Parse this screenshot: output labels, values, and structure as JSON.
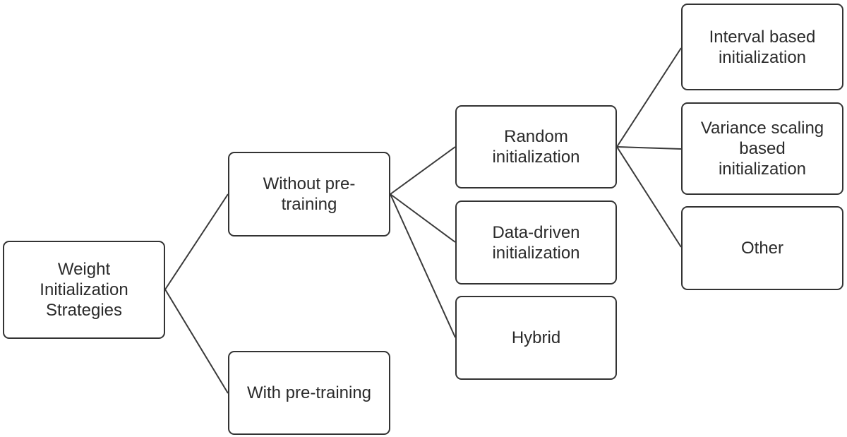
{
  "diagram": {
    "nodes": {
      "root": {
        "label": "Weight\nInitialization\nStrategies"
      },
      "without_pretraining": {
        "label": "Without pre-\ntraining"
      },
      "with_pretraining": {
        "label": "With pre-training"
      },
      "random_init": {
        "label": "Random\ninitialization"
      },
      "data_driven_init": {
        "label": "Data-driven\ninitialization"
      },
      "hybrid": {
        "label": "Hybrid"
      },
      "interval_based_init": {
        "label": "Interval based\ninitialization"
      },
      "variance_scaling_init": {
        "label": "Variance scaling\nbased\ninitialization"
      },
      "other": {
        "label": "Other"
      }
    },
    "edges": [
      {
        "from": "root",
        "to": "without_pretraining"
      },
      {
        "from": "root",
        "to": "with_pretraining"
      },
      {
        "from": "without_pretraining",
        "to": "random_init"
      },
      {
        "from": "without_pretraining",
        "to": "data_driven_init"
      },
      {
        "from": "without_pretraining",
        "to": "hybrid"
      },
      {
        "from": "random_init",
        "to": "interval_based_init"
      },
      {
        "from": "random_init",
        "to": "variance_scaling_init"
      },
      {
        "from": "random_init",
        "to": "other"
      }
    ]
  }
}
